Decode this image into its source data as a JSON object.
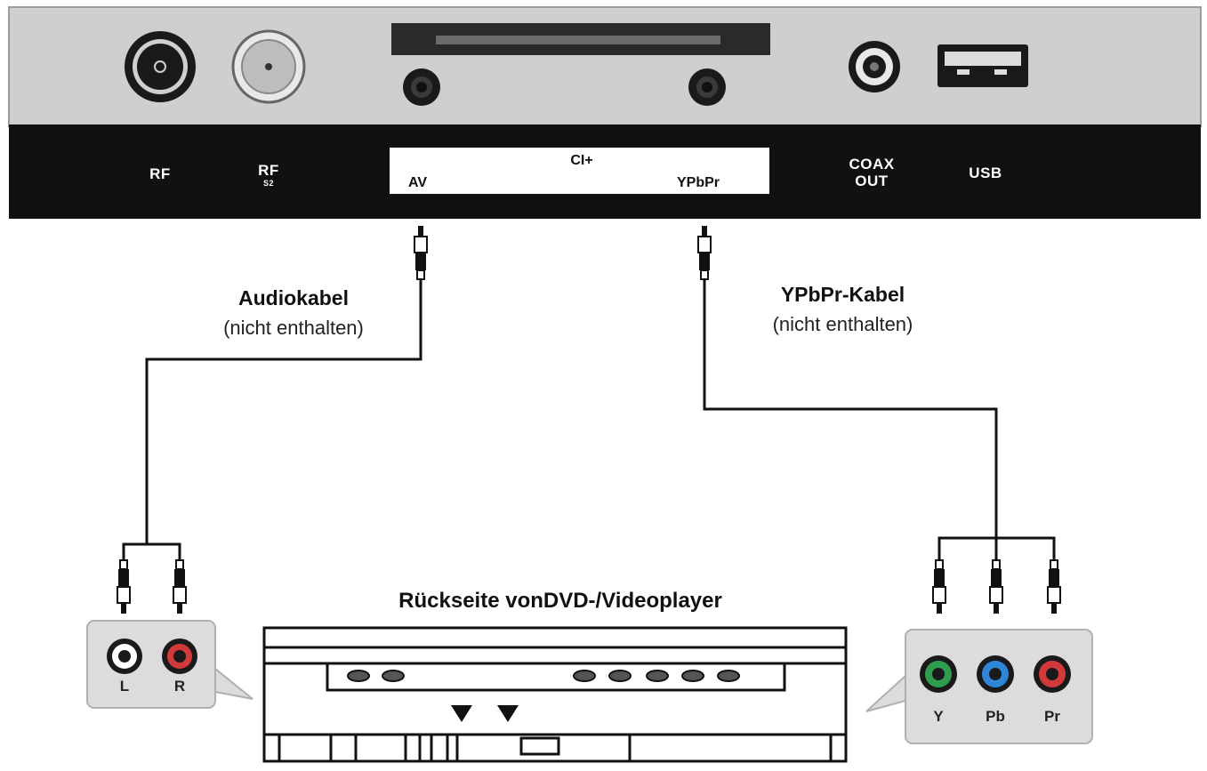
{
  "device_panel": {
    "rf_label": "RF",
    "rf_s2_label": "RF",
    "rf_s2_sub": "S2",
    "ci_label": "CI+",
    "av_label": "AV",
    "ypbpr_label": "YPbPr",
    "coax_label_1": "COAX",
    "coax_label_2": "OUT",
    "usb_label": "USB"
  },
  "cables": {
    "audio_title": "Audiokabel",
    "audio_note": "(nicht enthalten)",
    "ypbpr_title": "YPbPr-Kabel",
    "ypbpr_note": "(nicht enthalten)"
  },
  "audio_jacks": {
    "left_label": "L",
    "right_label": "R"
  },
  "component_jacks": {
    "y_label": "Y",
    "pb_label": "Pb",
    "pr_label": "Pr"
  },
  "player": {
    "title": "Rückseite vonDVD-/Videoplayer"
  },
  "colors": {
    "panel_top": "#cfcfcf",
    "panel_band": "#111111",
    "jack_red": "#d23a3a",
    "jack_green": "#2e9e4e",
    "jack_blue": "#2f86d6",
    "callout_gray": "#dcdcdc"
  }
}
